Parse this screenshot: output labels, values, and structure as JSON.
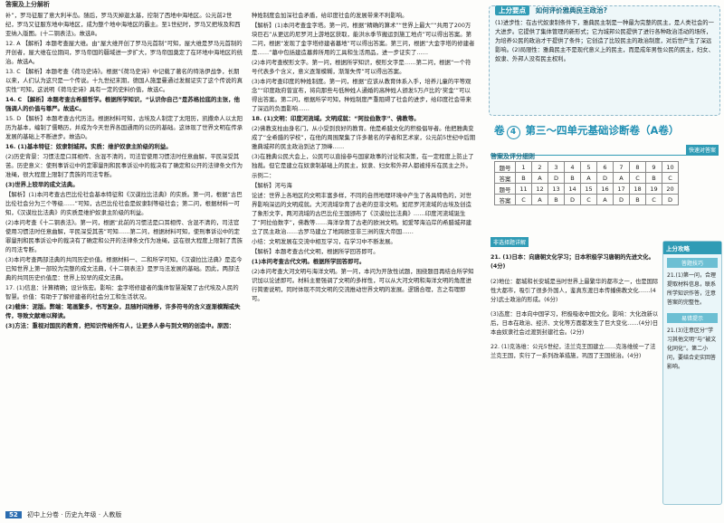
{
  "left_page": {
    "header": "答案及上分解析",
    "col1": [
      "补”，罗马征服了意大利半岛。随后，罗马灭掉迦太基，控制了西地中海地区。公元前2世纪，罗马又征服东地中海地区，成为整个地中海地区的霸主。至1世纪时，罗马又把埃及和西亚纳入版图。(十二铜表法)。故选B。",
      "12. A 【解析】本题考查屋大维。由“屋大维开创了罗马元首制”可知，屋大维是罗马元首制的开创者，屋大维在位期间，罗马帝国的疆域进一步扩大，罗马帝国奠定了在环地中海地区的统治。故选A。",
      "13. C 【解析】本题考查《荷马史诗》。根据“《荷马史诗》中记载了著名的特洛伊战争，长期以来，人们认为这只是一个传说。十九世纪末期，德国人施里曼通过发掘证实了这个传说的真实性”可知，这说明《荷马史诗》具有一定的史料价值，故选C。",
      "14. C 【解析】本题考查古希腊哲学。根据所学知识，“认识你自己”是苏格拉底的主张，他强调人的价值与尊严。故选C。",
      "15. D 【解析】本题考查古代历法。根据材料可知，古埃及人制定了太阳历，凯撒命人以太阳历为基本，编制了儒略历，并成为今天世界各国通用的公历的基础。这体现了世界文明在传承发展的基础上不断进步。故选D。",
      "16. (1)基本特征：奴隶制城邦。实质：维护奴隶主阶级的利益。",
      "(2)历史背景：习惯法是口耳相传、含混不清的，司法官使用习惯法时任意曲解，平民深受其苦。历史意义：使刑事诉讼中的定罪量刑和民事诉讼中的裁决有了确定和公开的法律条文作为准绳，很大程度上限制了贵族的司法专断。",
      "(3)世界上较早的成文法典。",
      "【解析】(1)本问考查古巴比伦社会基本特征和《汉谟拉比法典》的实质。第一问，根据“古巴比伦社会分为三个等级……”可知，古巴比伦社会是奴隶制等级社会；第二问，根据材料一可知，《汉谟拉比法典》的实质是维护奴隶主阶级的利益。",
      "(2)本问考查《十二铜表法》。第一问，根据“此前的习惯法是口耳相传、含混不清的，司法官使用习惯法时任意曲解，平民深受其苦”可知……第二问，根据材料可知，使刑事诉讼中的定罪量刑和民事诉讼中的裁决有了确定和公开的法律条文作为准绳，这在很大程度上限制了贵族的司法专断。",
      "(3)本问考查两部法典的共同历史价值。根据材料一、二和所学可知，《汉谟拉比法典》是迄今已知世界上第一部较为完整的成文法典，《十二铜表法》是罗马法发展的基础。因此，两部法典的共同历史价值是：世界上较早的成文法典。",
      "17. (1)信息：计算精确；设计恢宏。影响：金字塔修建者的集体智慧凝聚了古代埃及人民的智慧。价值：有助于了解修建者的社会分工和生活状况。",
      "(2)载体：泥版。弊端：笔画繁多，书写复杂，且随时间推移，许多符号的含义逐渐模糊或失传，导致文献难以释读。",
      "(3)方法：重视对国民的教育，把知识传给所有人，让更多人参与到文明的创造中。原因："
    ],
    "col2": [
      "种姓制度会加深社会矛盾，给印度社会的发展带来不利影响。",
      "【解析】(1)本问考查金字塔。第一问，根据“精确的算术”“世界上最大”“共用了200万块巨石”从更远的尼罗河上游地区获取，能洪水季节搬运到施工地点”可以得出答案。第二问，根据“发现了金字塔修建者墓地”可以得出答案。第三问，根据“大金字塔的修建者是……”墓中包括建造墓葬所用的工具和生活用品，进一步证实了……",
      "(2)本问考查楔形文字。第一问，根据所学知识，楔形文字是……第二问，根据“一个符号代表多个含义，意义逐渐模糊，渐渐失传”可以得出答案。",
      "(3)本问考查印度的种姓制度。第一问，根据“应该从教育体系入手，培养儿童的平等观念”“印度政府曾宣布，将向那些与低种姓人通婚的高种姓人颁发5万卢比的‘奖金’”可以得出答案。第二问，根据所学可知，种姓制度严重阻碍了社会的进步，给印度社会带来了深远的负面影响……",
      "18. (1)文明：印度河流域。文明成就：“阿拉伯数字”、佛教等。",
      "(2)佛教支柱由身名门，从小受到良好的教育。他是希腊文化的积极倡导者。他把雅典变成了“全希腊的学校”，在他的周围聚集了许多著名的学者和艺术家，公元前5世纪中后期雅典城邦的民主政治到达了顶峰……",
      "(3)在雅典公民大会上，公民可以直接参与国家政事的讨论和决策，在一定程度上防止了独裁。但它是建立在奴隶制基础上的民主，奴隶、妇女和外邦人都被排斥在民主之外。",
      "示例二：",
      "【解析】河与海",
      "论述：世界上各地区的文明丰富多样，不同的自然地理环境中产生了各具特色的，对世界影响深远的文明成就。大河流域孕育了古老的亚非文明。如尼罗河流域的古埃及创造了象形文字，两河流域的古巴比伦王国颁布了《汉谟拉比法典》……印度河流域诞生了“阿拉伯数字”，佛教等……海洋孕育了古老的欧洲文明。如爱琴海沿岸的希腊城邦建立了民主政治……古罗马建立了地跨欧亚非三洲的庞大帝国……",
      "小结：文明发展在交流中相互学习，在学习中不断发展。",
      "【解析】本题考查古代文明，根据所学回答即可。",
      "(1)本问考查古代文明。根据所学回答即可。",
      "(2)本问考查大河文明与海洋文明。第一问，本问为开放性试题，围绕题目再结合所学知识加以论述即可。材料主要强调了文明的多样性，可以从大河文明和海洋文明的角度进行简要说明，同时体现不同文明的交流推动世界文明的发展。逻辑合理，言之有理即可。"
    ],
    "footer_page": "52",
    "footer_text": "初中上分卷 · 历史九年级 · 人教版"
  },
  "right_page": {
    "note_tag": "上分要点",
    "note_title": "如何评价雅典民主政治?",
    "note_text": "(1)进步性：在古代奴隶制条件下，雅典民主制是一种最为完整的民主，是人类社会的一大进步。它提供了集体管理的新形式；它为城邦公民提供了进行各种政治活动的场所，为培养公民的政治才干提供了条件；它创造了比较民主的政治制度，对后世产生了深远影响。(2)局限性：雅典民主不是现代意义上的民主，而是成年男性公民的民主，妇女、奴隶、外邦人没有民主权利。",
    "title_prefix": "卷",
    "title_number": "4",
    "title_main": "第三～四单元基础诊断卷（A卷）",
    "answers_label": "答案及评分细则",
    "answers_chip": "快速对答案",
    "answer_rows": [
      {
        "label": "题号",
        "cells": [
          "1",
          "2",
          "3",
          "4",
          "5",
          "6",
          "7",
          "8",
          "9",
          "10"
        ]
      },
      {
        "label": "答案",
        "cells": [
          "B",
          "A",
          "D",
          "B",
          "A",
          "D",
          "A",
          "C",
          "B",
          "C"
        ]
      },
      {
        "label": "题号",
        "cells": [
          "11",
          "12",
          "13",
          "14",
          "15",
          "16",
          "17",
          "18",
          "19",
          "20"
        ]
      },
      {
        "label": "答案",
        "cells": [
          "C",
          "A",
          "B",
          "D",
          "C",
          "A",
          "D",
          "B",
          "C",
          "D"
        ]
      }
    ],
    "detail_tag": "非选择题详解",
    "detail_text": [
      "21. (1)日本：向唐朝文化学习；日本积极学习唐朝的先进文化。(4分)",
      "(2)地位：都城和长安城是当时世界上最繁华的都市之一，也是国际性大都市，吸引了很多外国人，鉴真东渡日本传播佛教文化……(4分)武士政治的形成。(6分)",
      "(3)态度：日本向中国学习，积极吸收中国文化。影响：大化改新以后，日本在政治、经济、文化等方面都发生了巨大变化……(4分)日本由奴隶社会过渡到封建社会。(2分)",
      "22. (1)克洛维：公元5世纪，法兰克王国建立……克洛维统一了法兰克王国，实行了一系列改革措施，巩固了王国统治。(4分)"
    ],
    "side_title": "上分攻略",
    "side_sub1": "答题技巧",
    "side_text1": "21.(1)第一问，合理提取材料信息，联系所学知识作答，注意答案的完整性。",
    "side_sub2": "易错提示",
    "side_text2": "21.(3)注意区分“学习其他文明”与“被文化同化”。第二小问，要结合史实回答影响。"
  }
}
